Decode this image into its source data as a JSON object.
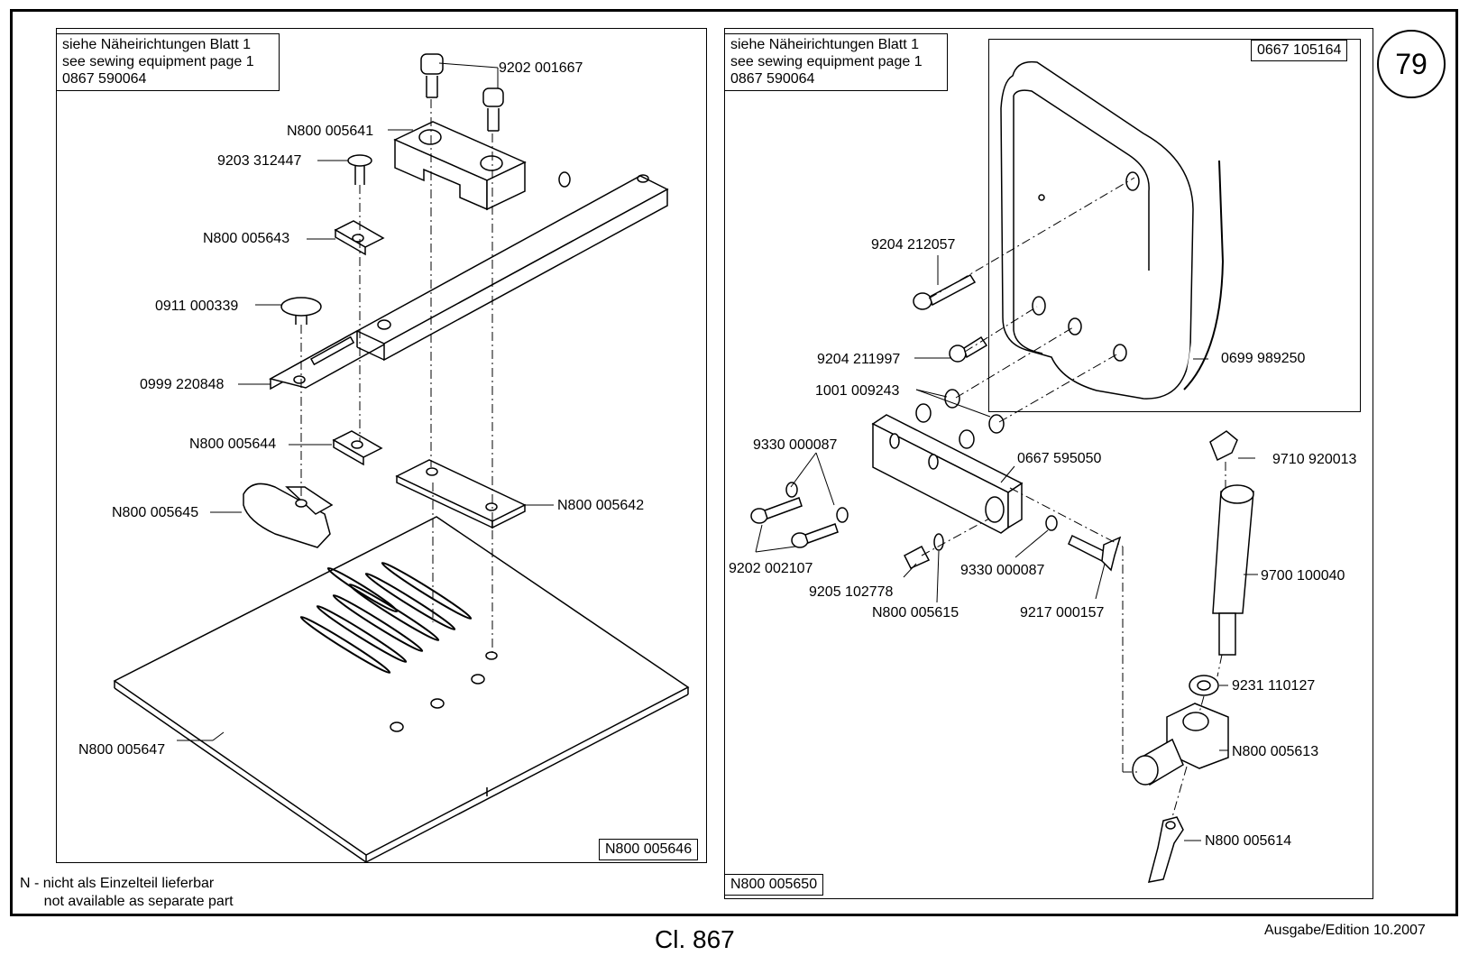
{
  "page_number": "79",
  "left_panel": {
    "note": "siehe Näheirichtungen Blatt 1\nsee sewing equipment page 1\n0867 590064",
    "assembly_code": "N800 005646",
    "labels": {
      "p1": "9202 001667",
      "p2": "N800 005641",
      "p3": "9203 312447",
      "p4": "N800 005643",
      "p5": "0911 000339",
      "p6": "0999 220848",
      "p7": "N800 005644",
      "p8": "N800 005645",
      "p9": "N800 005642",
      "p10": "N800 005647"
    }
  },
  "right_panel": {
    "note": "siehe Näheirichtungen Blatt 1\nsee sewing equipment page 1\n0867 590064",
    "assembly_code": "N800 005650",
    "sub_assembly_code": "0667 105164",
    "labels": {
      "r1": "9204 212057",
      "r2": "9204 211997",
      "r3": "1001 009243",
      "r4": "0699 989250",
      "r5": "9330 000087",
      "r6": "0667 595050",
      "r7": "9710 920013",
      "r8": "9202 002107",
      "r9": "9205 102778",
      "r10": "N800 005615",
      "r11": "9330 000087",
      "r12": "9217 000157",
      "r13": "9700 100040",
      "r14": "9231 110127",
      "r15": "N800 005613",
      "r16": "N800 005614"
    }
  },
  "footnote": "N - nicht als Einzelteil lieferbar\n      not available as separate part",
  "model": "Cl. 867",
  "edition": "Ausgabe/Edition   10.2007"
}
